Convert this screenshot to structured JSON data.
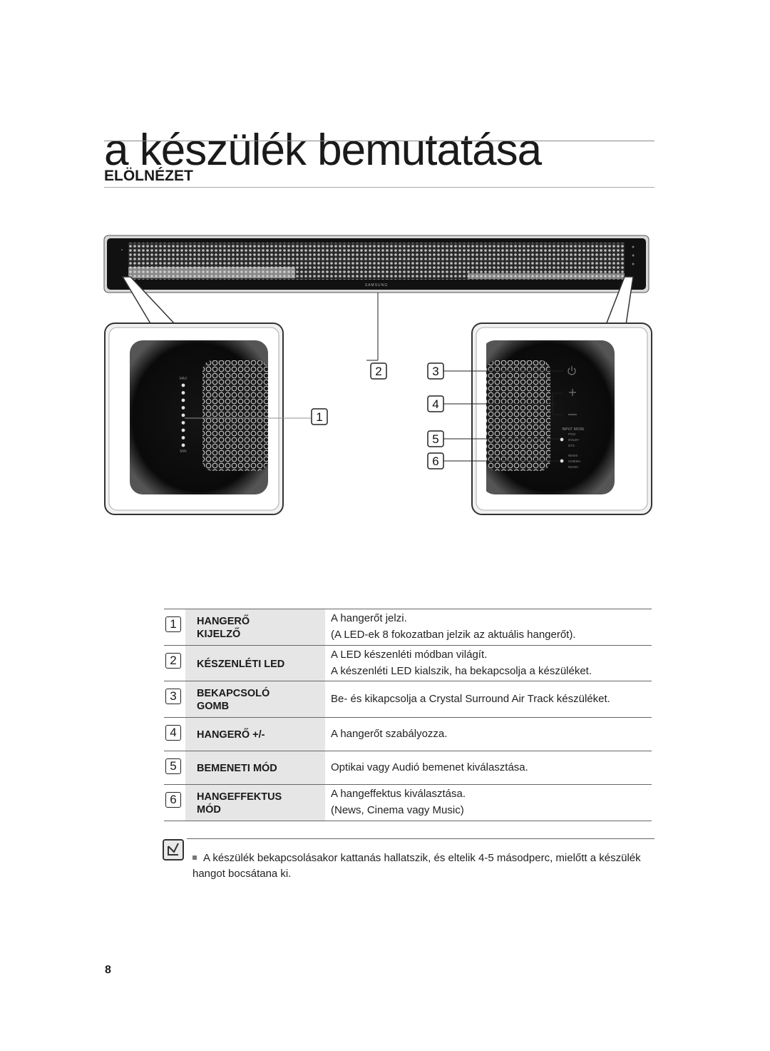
{
  "page": {
    "title": "a készülék bemutatása",
    "section_heading": "ELÖLNÉZET",
    "page_number": "8"
  },
  "device": {
    "brand": "SAMSUNG",
    "left_panel": {
      "max_label": "MAX",
      "min_label": "MIN"
    },
    "right_panel": {
      "input_mode_label": "INPUT MODE",
      "input_modes": [
        "PCM",
        "DOLBY",
        "DTS"
      ],
      "sound_modes": [
        "NEWS",
        "CINEMA",
        "MUSIC"
      ],
      "power_icon": "power-icon",
      "plus_icon": "plus-icon",
      "minus_icon": "minus-icon"
    },
    "callouts": [
      "1",
      "2",
      "3",
      "4",
      "5",
      "6"
    ]
  },
  "table": {
    "rows": [
      {
        "num": "1",
        "label_line1": "HANGERŐ",
        "label_line2": "KIJELZŐ",
        "desc_line1": "A hangerőt jelzi.",
        "desc_line2": "(A LED-ek 8 fokozatban jelzik az aktuális hangerőt)."
      },
      {
        "num": "2",
        "label_line1": "KÉSZENLÉTI LED",
        "label_line2": "",
        "desc_line1": "A LED készenléti módban világít.",
        "desc_line2": "A készenléti LED kialszik, ha bekapcsolja a készüléket."
      },
      {
        "num": "3",
        "label_line1": "BEKAPCSOLÓ",
        "label_line2": "GOMB",
        "desc_line1": "Be- és kikapcsolja a Crystal Surround Air Track készüléket.",
        "desc_line2": ""
      },
      {
        "num": "4",
        "label_line1": "HANGERŐ +/-",
        "label_line2": "",
        "desc_line1": "A hangerőt szabályozza.",
        "desc_line2": ""
      },
      {
        "num": "5",
        "label_line1": "BEMENETI MÓD",
        "label_line2": "",
        "desc_line1": "Optikai vagy Audió bemenet kiválasztása.",
        "desc_line2": ""
      },
      {
        "num": "6",
        "label_line1": "HANGEFFEKTUS",
        "label_line2": "MÓD",
        "desc_line1": "A hangeffektus kiválasztása.",
        "desc_line2": "(News, Cinema vagy Music)"
      }
    ]
  },
  "note": {
    "icon": "note-pencil-icon",
    "text": "A készülék bekapcsolásakor kattanás hallatszik, és eltelik 4-5 másodperc, mielőtt a készülék hangot bocsátana ki."
  }
}
